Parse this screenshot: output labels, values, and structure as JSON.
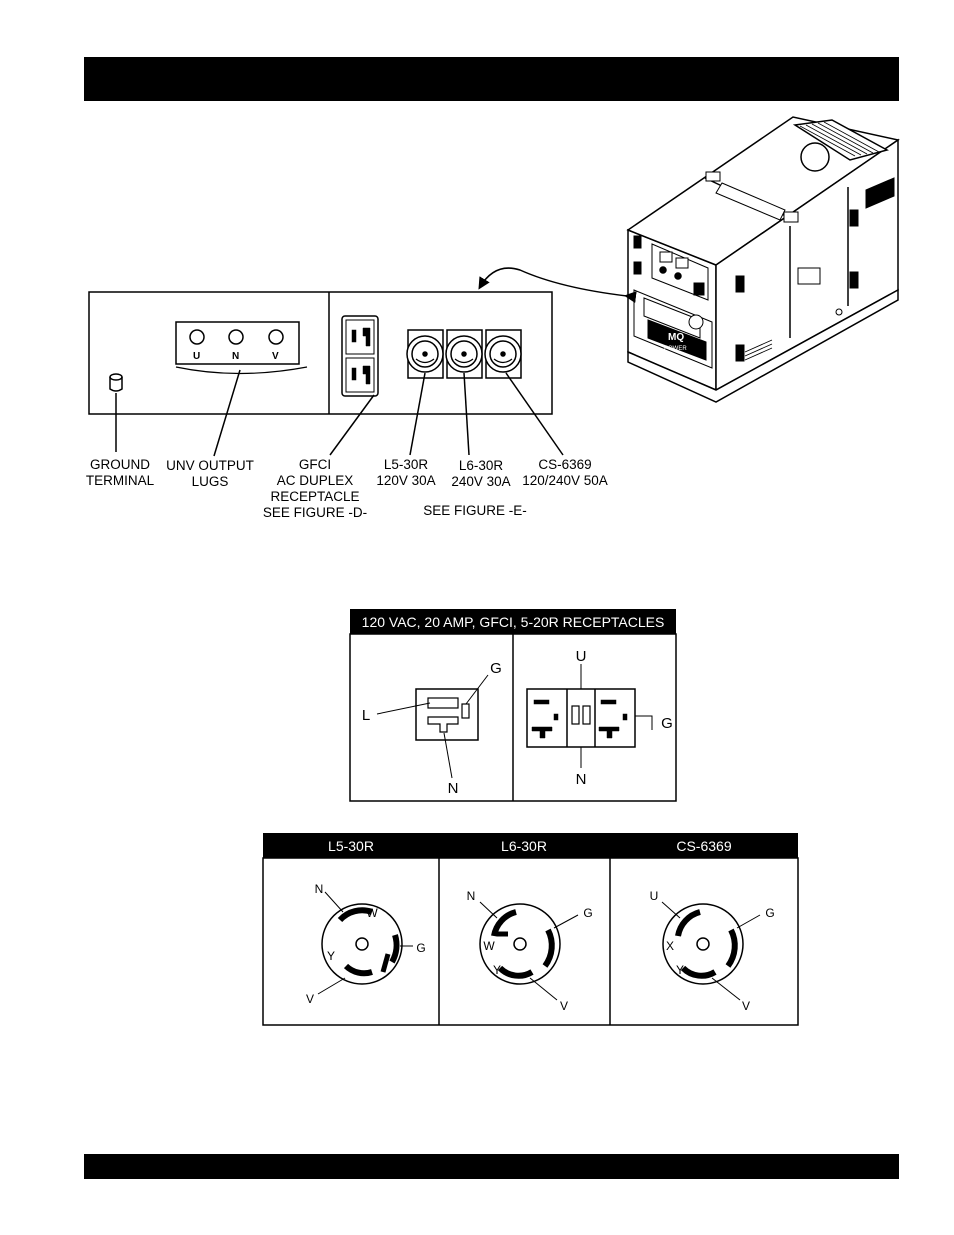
{
  "panel": {
    "lug_labels": [
      "U",
      "N",
      "V"
    ],
    "callouts": {
      "ground_terminal": [
        "GROUND",
        "TERMINAL"
      ],
      "unv_output_lugs": [
        "UNV OUTPUT",
        "LUGS"
      ],
      "gfci": [
        "GFCI",
        "AC DUPLEX",
        "RECEPTACLE",
        "SEE FIGURE -D-"
      ],
      "l5_30r": [
        "L5-30R",
        "120V 30A"
      ],
      "l6_30r": [
        "L6-30R",
        "240V 30A"
      ],
      "cs_6369": [
        "CS-6369",
        "120/240V 50A"
      ],
      "see_figure_e": "SEE FIGURE -E-"
    }
  },
  "figure_d": {
    "header": "120 VAC, 20 AMP, GFCI, 5-20R RECEPTACLES",
    "left_pins": {
      "l": "L",
      "g": "G",
      "n": "N"
    },
    "right_pins": {
      "u": "U",
      "g": "G",
      "n": "N"
    }
  },
  "figure_e": {
    "columns": [
      {
        "title": "L5-30R",
        "pins": {
          "a": "N",
          "b": "W",
          "c": "G",
          "d": "Y",
          "e": "V"
        }
      },
      {
        "title": "L6-30R",
        "pins": {
          "a": "N",
          "b": "W",
          "c": "G",
          "d": "Y",
          "e": "V"
        }
      },
      {
        "title": "CS-6369",
        "pins": {
          "a": "U",
          "b": "X",
          "c": "G",
          "d": "Y",
          "e": "V"
        }
      }
    ]
  },
  "generator": {
    "brand_logo_text": "MQ",
    "brand_sub_text": "POWER"
  }
}
